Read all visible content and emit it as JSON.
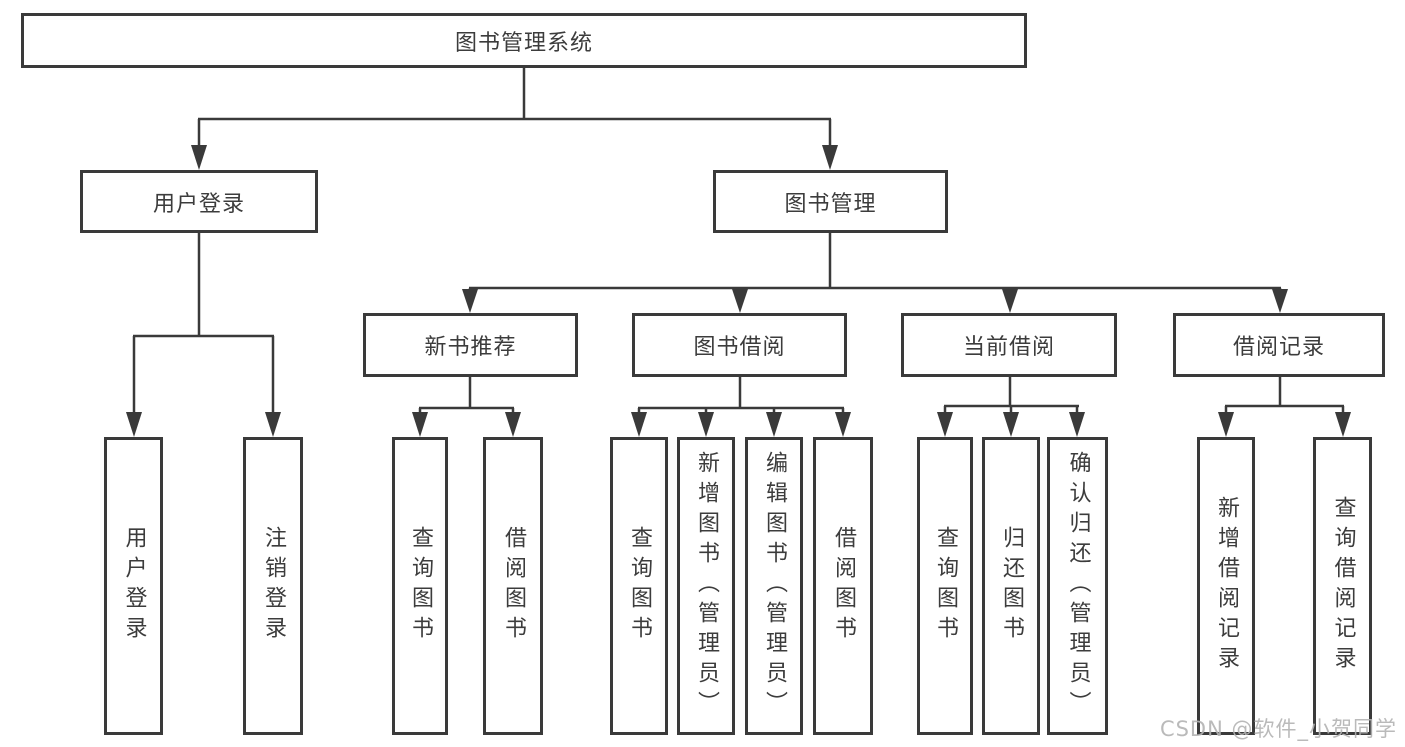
{
  "diagram_title": "图书管理系统",
  "nodes": {
    "root": {
      "label": "图书管理系统"
    },
    "level2": {
      "user_login": {
        "label": "用户登录",
        "parent": "图书管理系统"
      },
      "book_mgmt": {
        "label": "图书管理",
        "parent": "图书管理系统"
      }
    },
    "level3": {
      "new_book_rec": {
        "label": "新书推荐",
        "parent": "图书管理"
      },
      "book_borrow": {
        "label": "图书借阅",
        "parent": "图书管理"
      },
      "current_borrow": {
        "label": "当前借阅",
        "parent": "图书管理"
      },
      "borrow_record": {
        "label": "借阅记录",
        "parent": "图书管理"
      }
    },
    "leaves": [
      {
        "label": "用户登录",
        "parent": "用户登录"
      },
      {
        "label": "注销登录",
        "parent": "用户登录"
      },
      {
        "label": "查询图书",
        "parent": "新书推荐"
      },
      {
        "label": "借阅图书",
        "parent": "新书推荐"
      },
      {
        "label": "查询图书",
        "parent": "图书借阅"
      },
      {
        "label": "新增图书（管理员）",
        "parent": "图书借阅"
      },
      {
        "label": "编辑图书（管理员）",
        "parent": "图书借阅"
      },
      {
        "label": "借阅图书",
        "parent": "图书借阅"
      },
      {
        "label": "查询图书",
        "parent": "当前借阅"
      },
      {
        "label": "归还图书",
        "parent": "当前借阅"
      },
      {
        "label": "确认归还（管理员）",
        "parent": "当前借阅"
      },
      {
        "label": "新增借阅记录",
        "parent": "借阅记录"
      },
      {
        "label": "查询借阅记录",
        "parent": "借阅记录"
      }
    ]
  },
  "watermark": "CSDN @软件_小贺同学",
  "colors": {
    "line": "#3a3a3a",
    "text": "#3c3c3c",
    "background": "#ffffff",
    "watermark": "#b3b3b3"
  }
}
